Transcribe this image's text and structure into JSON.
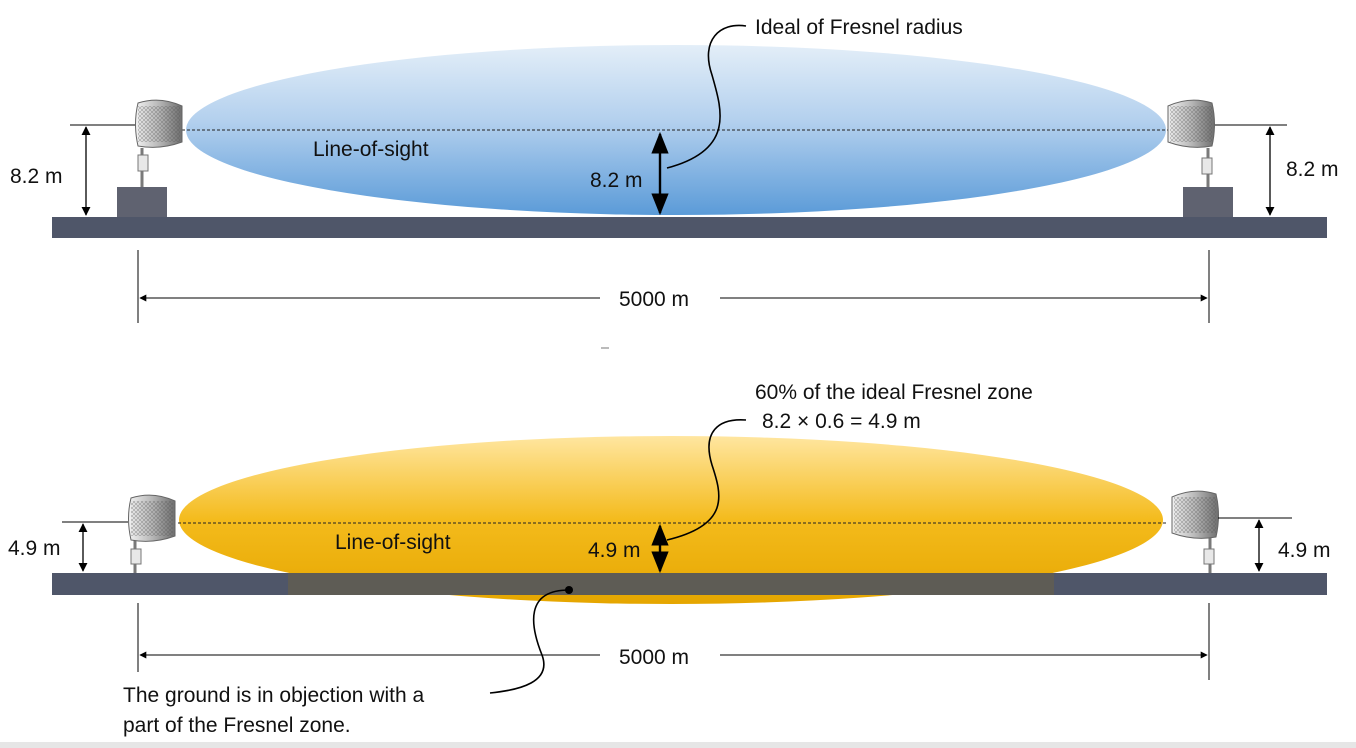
{
  "top": {
    "annotation": "Ideal of Fresnel radius",
    "los_label": "Line-of-sight",
    "center_height": "8.2 m",
    "left_height": "8.2 m",
    "right_height": "8.2 m",
    "distance": "5000 m"
  },
  "bottom": {
    "annotation_line1": "60% of the ideal Fresnel zone",
    "annotation_line2": "8.2 × 0.6 = 4.9 m",
    "los_label": "Line-of-sight",
    "center_height": "4.9 m",
    "left_height": "4.9 m",
    "right_height": "4.9 m",
    "distance": "5000 m",
    "note_line1": "The ground is in objection with a",
    "note_line2": "part of the Fresnel zone."
  },
  "colors": {
    "ground": "#4f5669",
    "mast_base": "#5f6270",
    "blue_top": "#e3eef8",
    "blue_bottom": "#5b9bd8",
    "yellow_top": "#ffe49a",
    "yellow_bottom": "#e8a800"
  }
}
